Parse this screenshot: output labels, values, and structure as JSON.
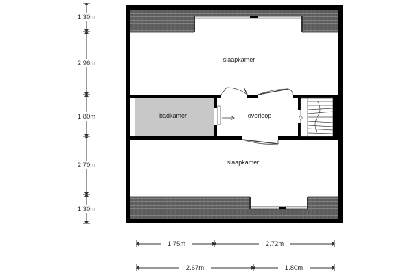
{
  "rooms": {
    "bedroom_top": "slaapkamer",
    "bathroom": "badkamer",
    "landing": "overloop",
    "bedroom_bottom": "slaapkamer"
  },
  "dimensions": {
    "vertical": [
      "1.30m",
      "2.96m",
      "1.80m",
      "2.70m",
      "1.30m"
    ],
    "horizontal_row1": [
      "1.75m",
      "2.72m"
    ],
    "horizontal_row2": [
      "2.67m",
      "1.80m"
    ]
  },
  "colors": {
    "wall": "#000000",
    "roof_tiles": "#5c5c5c",
    "bathroom_fill": "#c8c8c8",
    "floor": "#ffffff",
    "dimension_line": "#333333"
  }
}
